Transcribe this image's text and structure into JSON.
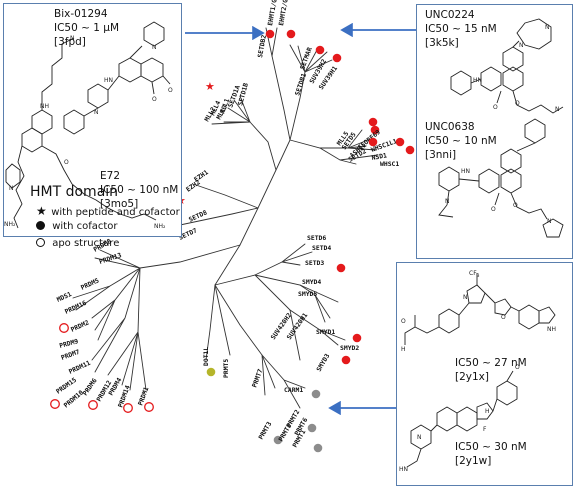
{
  "legend": {
    "title": "HMT domain",
    "star": "with peptide and cofactor",
    "dot": "with cofactor",
    "ring": "apo structure"
  },
  "compounds": {
    "bix": {
      "name": "Bix-01294",
      "ic50": "IC50 ~ 1 μM",
      "pdb": "[3fpd]"
    },
    "e72": {
      "name": "E72",
      "ic50": "IC50 ~ 100 nM",
      "pdb": "[3mo5]"
    },
    "unc0224": {
      "name": "UNC0224",
      "ic50": "IC50 ~ 15 nM",
      "pdb": "[3k5k]"
    },
    "unc0638": {
      "name": "UNC0638",
      "ic50": "IC50 ~ 10 nM",
      "pdb": "[3nni]"
    },
    "c1": {
      "ic50": "IC50 ~ 27 nM",
      "pdb": "[2y1x]"
    },
    "c2": {
      "ic50": "IC50 ~ 30 nM",
      "pdb": "[2y1w]"
    }
  },
  "atoms": {
    "N": "N",
    "NH": "NH",
    "HN": "HN",
    "H": "H",
    "O": "O",
    "CF3": "CF",
    "F": "F",
    "NH2": "NH₂",
    "three": "3"
  },
  "genes": [
    {
      "id": "g_ehmt1",
      "text": "EHMT1/GLP",
      "mark": "dot"
    },
    {
      "id": "g_ehmt2",
      "text": "EHMT2/G9a",
      "mark": "dot"
    },
    {
      "id": "g_setdb2",
      "text": "SETDB2",
      "mark": "none"
    },
    {
      "id": "g_setdb1",
      "text": "SETDB1",
      "mark": "none"
    },
    {
      "id": "g_setmar",
      "text": "SETMAR",
      "mark": "dot"
    },
    {
      "id": "g_suv39h2",
      "text": "SUV39H2",
      "mark": "dot"
    },
    {
      "id": "g_suv39h1",
      "text": "SUV39H1",
      "mark": "none"
    },
    {
      "id": "g_setd1a",
      "text": "SETD1A",
      "mark": "none"
    },
    {
      "id": "g_setd1b",
      "text": "SETD1B",
      "mark": "none"
    },
    {
      "id": "g_mll1",
      "text": "MLL1",
      "mark": "star"
    },
    {
      "id": "g_mll4",
      "text": "MLL4",
      "mark": "none"
    },
    {
      "id": "g_mll2",
      "text": "MLL2",
      "mark": "none"
    },
    {
      "id": "g_mll3",
      "text": "MLL3",
      "mark": "none"
    },
    {
      "id": "g_mll5",
      "text": "MLL5",
      "mark": "none"
    },
    {
      "id": "g_setd5",
      "text": "SETD5",
      "mark": "none"
    },
    {
      "id": "g_ash1l",
      "text": "ASH1L",
      "mark": "dot"
    },
    {
      "id": "g_c5orf69",
      "text": "C5ORF69",
      "mark": "dot"
    },
    {
      "id": "g_setd2",
      "text": "SETD2",
      "mark": "dot"
    },
    {
      "id": "g_whsc1l1",
      "text": "WHSC1L1",
      "mark": "dot"
    },
    {
      "id": "g_nsd1",
      "text": "NSD1",
      "mark": "dot"
    },
    {
      "id": "g_whsc1",
      "text": "WHSC1",
      "mark": "none"
    },
    {
      "id": "g_ezh1",
      "text": "EZH1",
      "mark": "none"
    },
    {
      "id": "g_ezh2",
      "text": "EZH2",
      "mark": "none"
    },
    {
      "id": "g_setd8",
      "text": "SETD8",
      "mark": "star"
    },
    {
      "id": "g_setd7",
      "text": "SETD7",
      "mark": "star"
    },
    {
      "id": "g_prdm8",
      "text": "PRDM8",
      "mark": "none"
    },
    {
      "id": "g_prdm13",
      "text": "PRDM13",
      "mark": "none"
    },
    {
      "id": "g_prdm5",
      "text": "PRDM5",
      "mark": "none"
    },
    {
      "id": "g_mds1",
      "text": "MDS1",
      "mark": "none"
    },
    {
      "id": "g_prdm16",
      "text": "PRDM16",
      "mark": "none"
    },
    {
      "id": "g_prdm2",
      "text": "PRDM2",
      "mark": "ring"
    },
    {
      "id": "g_prdm9",
      "text": "PRDM9",
      "mark": "none"
    },
    {
      "id": "g_prdm7",
      "text": "PRDM7",
      "mark": "none"
    },
    {
      "id": "g_prdm11",
      "text": "PRDM11",
      "mark": "none"
    },
    {
      "id": "g_prdm15",
      "text": "PRDM15",
      "mark": "none"
    },
    {
      "id": "g_prdm10",
      "text": "PRDM10",
      "mark": "ring"
    },
    {
      "id": "g_prdm6",
      "text": "PRDM6",
      "mark": "none"
    },
    {
      "id": "g_prdm12",
      "text": "PRDM12",
      "mark": "ring"
    },
    {
      "id": "g_prdm14",
      "text": "PRDM14",
      "mark": "ring"
    },
    {
      "id": "g_prdm4",
      "text": "PRDM4",
      "mark": "none"
    },
    {
      "id": "g_prdm1",
      "text": "PRDM1",
      "mark": "ring"
    },
    {
      "id": "g_dot1l",
      "text": "DOT1L",
      "mark": "olive"
    },
    {
      "id": "g_prmt5",
      "text": "PRMT5",
      "mark": "none"
    },
    {
      "id": "g_prmt7",
      "text": "PRMT7",
      "mark": "none"
    },
    {
      "id": "g_carm1",
      "text": "CARM1",
      "mark": "gray"
    },
    {
      "id": "g_prmt2",
      "text": "PRMT2",
      "mark": "none"
    },
    {
      "id": "g_prmt6",
      "text": "PRMT6",
      "mark": "none"
    },
    {
      "id": "g_prmt3",
      "text": "PRMT3",
      "mark": "gray"
    },
    {
      "id": "g_prmt8",
      "text": "PRMT8",
      "mark": "gray"
    },
    {
      "id": "g_prmt1",
      "text": "PRMT1",
      "mark": "gray"
    },
    {
      "id": "g_setd6",
      "text": "SETD6",
      "mark": "none"
    },
    {
      "id": "g_setd4",
      "text": "SETD4",
      "mark": "none"
    },
    {
      "id": "g_setd3",
      "text": "SETD3",
      "mark": "dot"
    },
    {
      "id": "g_smyd4",
      "text": "SMYD4",
      "mark": "none"
    },
    {
      "id": "g_smyd5",
      "text": "SMYD5",
      "mark": "none"
    },
    {
      "id": "g_suv420h2",
      "text": "SUV420H2",
      "mark": "none"
    },
    {
      "id": "g_suv420h1",
      "text": "SUV420H1",
      "mark": "none"
    },
    {
      "id": "g_smyd1",
      "text": "SMYD1",
      "mark": "dot"
    },
    {
      "id": "g_smyd2",
      "text": "SMYD2",
      "mark": "none"
    },
    {
      "id": "g_smyd3",
      "text": "SMYD3",
      "mark": "dot"
    }
  ],
  "colors": {
    "red": "#e41a1c",
    "gray": "#8c8c8c",
    "olive": "#b5b52a",
    "box_border": "#5a7fae",
    "arrow": "#3b6fc2",
    "tree": "#333333"
  }
}
